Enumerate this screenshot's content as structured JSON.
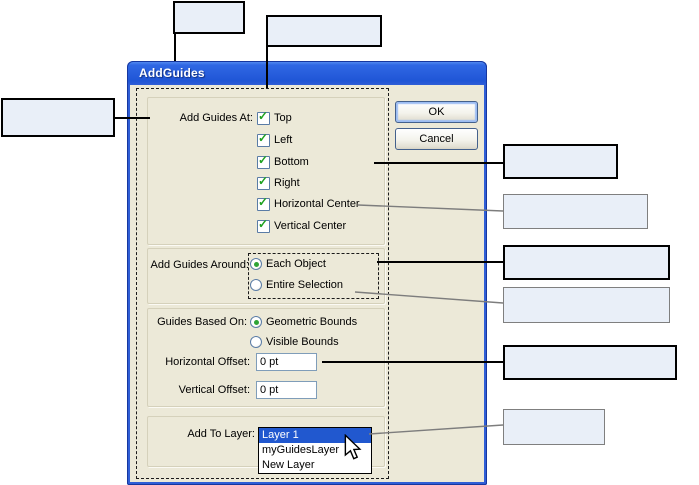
{
  "window": {
    "title": "AddGuides"
  },
  "buttons": {
    "ok": "OK",
    "cancel": "Cancel"
  },
  "glyphs": {
    "check": "✓"
  },
  "colors": {
    "dialog_bg": "#ece9d8",
    "titlebar_blue": "#2f5ed6",
    "selection_blue": "#2158cf",
    "callout_fill": "#e9eff8",
    "check_green": "#1ea11e"
  },
  "sections": {
    "add_guides_at": {
      "label": "Add Guides At:",
      "checkboxes": [
        {
          "label": "Top",
          "checked": true
        },
        {
          "label": "Left",
          "checked": true
        },
        {
          "label": "Bottom",
          "checked": true
        },
        {
          "label": "Right",
          "checked": true
        },
        {
          "label": "Horizontal Center",
          "checked": true
        },
        {
          "label": "Vertical Center",
          "checked": true
        }
      ]
    },
    "add_guides_around": {
      "label": "Add Guides Around:",
      "radios": [
        {
          "label": "Each Object",
          "selected": true
        },
        {
          "label": "Entire Selection",
          "selected": false
        }
      ]
    },
    "guides_based_on": {
      "label": "Guides Based On:",
      "radios": [
        {
          "label": "Geometric Bounds",
          "selected": true
        },
        {
          "label": "Visible Bounds",
          "selected": false
        }
      ],
      "horizontal_offset": {
        "label": "Horizontal Offset:",
        "value": "0 pt"
      },
      "vertical_offset": {
        "label": "Vertical Offset:",
        "value": "0 pt"
      }
    },
    "add_to_layer": {
      "label": "Add To Layer:",
      "options": [
        {
          "label": "Layer 1",
          "selected": true
        },
        {
          "label": "myGuidesLayer",
          "selected": false
        },
        {
          "label": "New Layer",
          "selected": false
        }
      ]
    }
  }
}
